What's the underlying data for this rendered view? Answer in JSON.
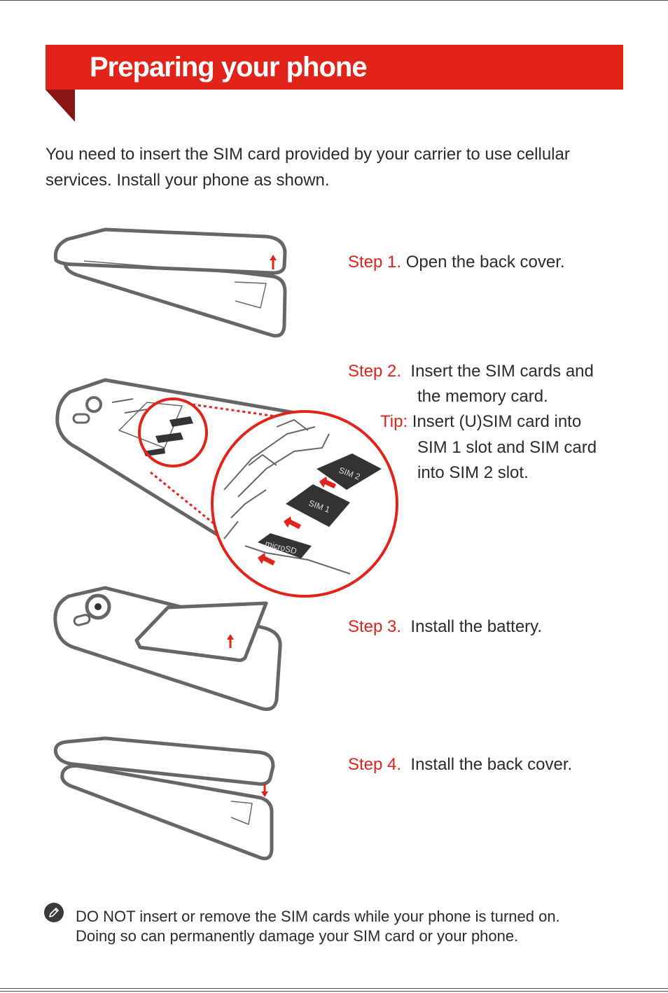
{
  "header": {
    "title": "Preparing your phone"
  },
  "intro": "You need to insert the SIM card provided by your carrier to use cellular services. Install your phone as shown.",
  "steps": [
    {
      "label": "Step 1.",
      "text": " Open the back cover."
    },
    {
      "label": "Step 2.",
      "text": "  Insert the SIM cards and",
      "text_cont": "the memory card."
    },
    {
      "label": "Step 3.",
      "text": "  Install the battery."
    },
    {
      "label": "Step 4.",
      "text": "  Install the back cover."
    }
  ],
  "tip": {
    "label": "Tip:",
    "line1": " Insert (U)SIM card into",
    "line2": "SIM 1 slot and SIM card",
    "line3": "into SIM 2 slot."
  },
  "diagram": {
    "sim2": "SIM 2",
    "sim1": "SIM 1",
    "microsd": "microSD"
  },
  "note": {
    "line1": "DO NOT insert or remove the SIM cards while your phone is turned on.",
    "line2": "Doing so can permanently damage your SIM card or your phone."
  },
  "colors": {
    "accent": "#e2231a",
    "fold": "#8a1513",
    "line": "#666666"
  }
}
